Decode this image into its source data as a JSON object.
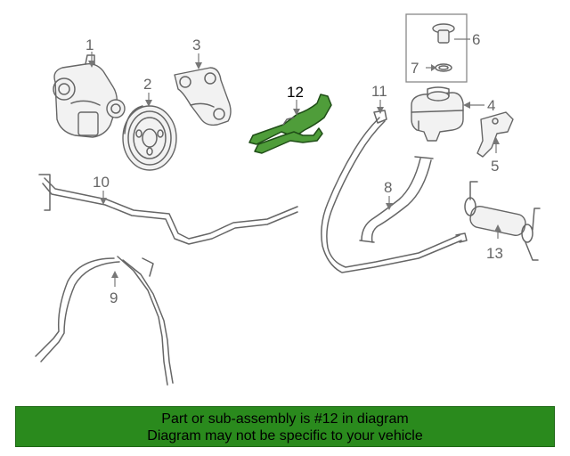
{
  "diagram": {
    "callouts": {
      "c1": "1",
      "c2": "2",
      "c3": "3",
      "c4": "4",
      "c5": "5",
      "c6": "6",
      "c7": "7",
      "c8": "8",
      "c9": "9",
      "c10": "10",
      "c11": "11",
      "c12": "12",
      "c13": "13"
    },
    "highlighted_part": "12",
    "colors": {
      "highlight_part": "#4f9d3a",
      "banner_background": "#2a8a1d",
      "line_art": "#666666"
    }
  },
  "banner": {
    "line1": "Part or sub-assembly is #12 in diagram",
    "line2": "Diagram may not be specific to your vehicle"
  }
}
